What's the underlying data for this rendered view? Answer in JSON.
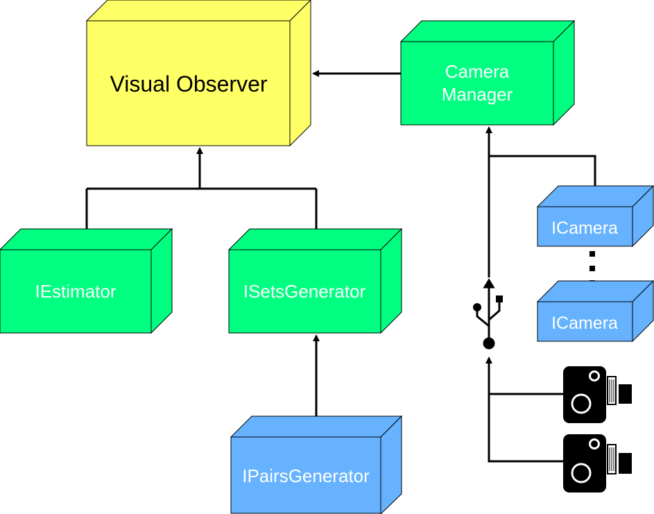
{
  "colors": {
    "observer_fill": "#ffff66",
    "manager_fill": "#00ff80",
    "interface_fill": "#66b2ff",
    "line": "#000000",
    "white_text": "#ffffff",
    "dark_text": "#000000"
  },
  "nodes": {
    "visual_observer": {
      "label": "Visual Observer"
    },
    "camera_manager": {
      "label_line1": "Camera",
      "label_line2": "Manager"
    },
    "iestimator": {
      "label": "IEstimator"
    },
    "isetsgenerator": {
      "label": "ISetsGenerator"
    },
    "ipairsgenerator": {
      "label": "IPairsGenerator"
    },
    "icamera_top": {
      "label": "ICamera"
    },
    "icamera_bottom": {
      "label": "ICamera"
    }
  },
  "icons": {
    "usb": "usb-icon",
    "camera": "camera-icon"
  }
}
